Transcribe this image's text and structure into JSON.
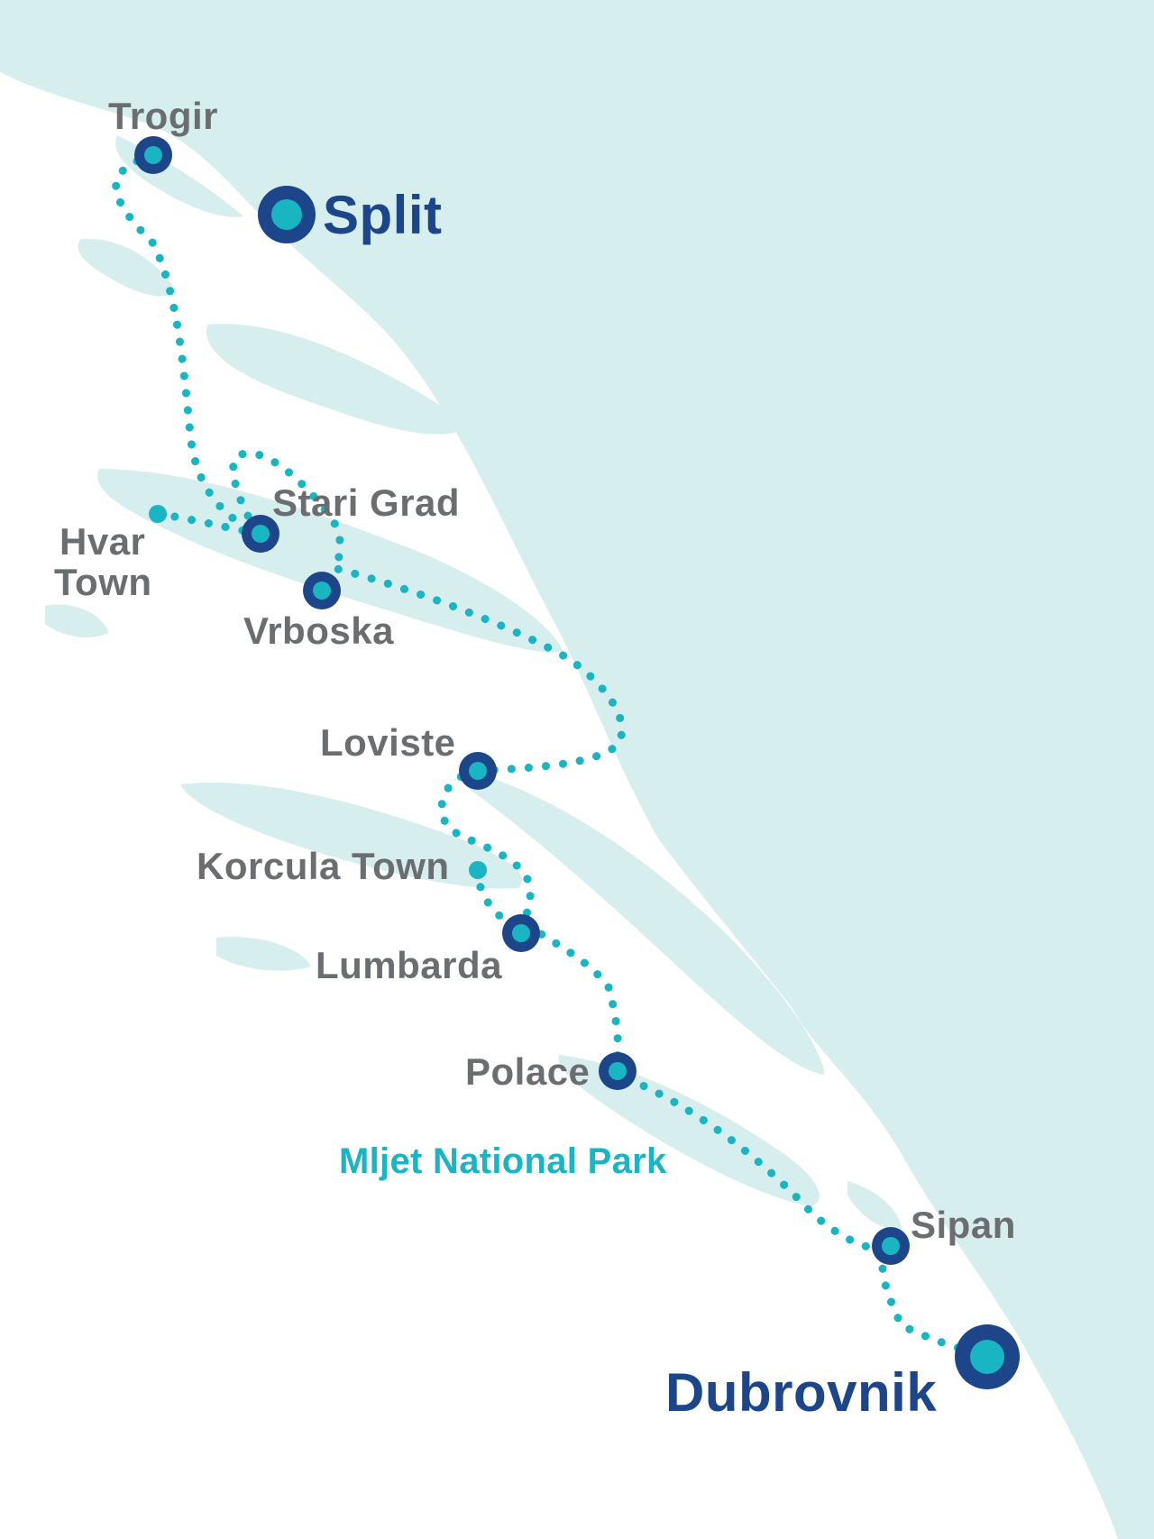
{
  "map": {
    "colors": {
      "sea": "#ffffff",
      "land": "#d7eeef",
      "route": "#1ab5c2",
      "marker_ring": "#1d4589",
      "marker_core": "#1ab5c2",
      "label_gray": "#6b6e70",
      "label_major": "#1d4589",
      "label_park": "#1ab5c2"
    },
    "labels": {
      "trogir": "Trogir",
      "split": "Split",
      "stari_grad": "Stari Grad",
      "hvar_town_line1": "Hvar",
      "hvar_town_line2": "Town",
      "vrboska": "Vrboska",
      "loviste": "Loviste",
      "korcula_town": "Korcula Town",
      "lumbarda": "Lumbarda",
      "polace": "Polace",
      "mljet_national_park": "Mljet National Park",
      "sipan": "Sipan",
      "dubrovnik": "Dubrovnik"
    }
  }
}
